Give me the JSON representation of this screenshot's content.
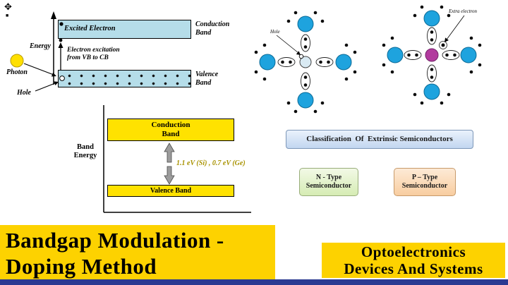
{
  "colors": {
    "band_cyan": "#b5dde9",
    "band_yellow": "#ffe200",
    "banner_yellow": "#fdd200",
    "bottom_strip_blue": "#2b3a92",
    "atom_blue": "#1ea3de",
    "dopant_magenta": "#b23a9e",
    "bandgap_text": "#a89200"
  },
  "top_diagram": {
    "excited_electron": "Excited Electron",
    "conduction_band": "Conduction\nBand",
    "valence_band": "Valence\nBand",
    "energy": "Energy",
    "photon": "Photon",
    "excitation": "Electron excitation\nfrom VB to CB",
    "hole": "Hole"
  },
  "middle_diagram": {
    "conduction_band": "Conduction\nBand",
    "valence_band": "Valence Band",
    "band_energy": "Band\nEnergy",
    "bandgap": "1.1 eV (Si) , 0.7 eV (Ge)"
  },
  "lattices": {
    "left_annotation": "Hole",
    "right_annotation": "Extra electron"
  },
  "classification": {
    "label": "Classification  Of  Extrinsic Semiconductors"
  },
  "types": {
    "n_type": "N - Type\nSemiconductor",
    "p_type": "P – Type\nSemiconductor"
  },
  "banner": {
    "title": "Bandgap Modulation -\nDoping Method"
  },
  "course": {
    "title": "Optoelectronics\nDevices And Systems"
  }
}
